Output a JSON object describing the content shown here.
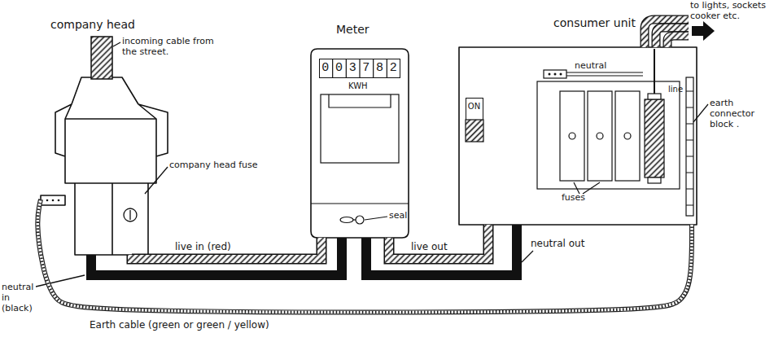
{
  "diagram": {
    "nodes": [
      {
        "text": [
          "company head"
        ]
      },
      {
        "text": [
          "Meter",
          "KWH"
        ]
      },
      {
        "text": [
          "003782"
        ],
        "in": 1
      },
      {
        "text": [
          "consumer unit"
        ]
      },
      {
        "text": [
          "ON"
        ],
        "in": 3
      }
    ],
    "edges": [
      {
        "from": 0,
        "to": 1,
        "arrow": "none",
        "label": "live in (red)"
      },
      {
        "from": 0,
        "to": 1,
        "arrow": "none",
        "label": "neutral in (black)"
      },
      {
        "from": 1,
        "to": 3,
        "arrow": "none",
        "label": "live out"
      },
      {
        "from": 1,
        "to": 3,
        "arrow": "none",
        "label": "neutral out"
      },
      {
        "from": 0,
        "to": 3,
        "arrow": "none",
        "label": "Earth cable (green or green / yellow)"
      }
    ],
    "labels": [
      "incoming cable from the street.",
      "company head fuse",
      "seal",
      "neutral",
      "line",
      "fuses",
      "earth connector block .",
      "to lights, sockets cooker etc."
    ]
  }
}
